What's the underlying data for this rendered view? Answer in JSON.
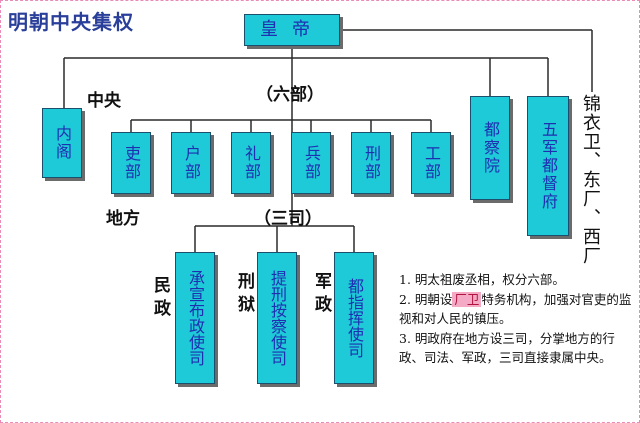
{
  "title": "明朝中央集权",
  "emperor": "皇帝",
  "central_label": "中央",
  "six_ministries_label": "（六部）",
  "local_label": "地方",
  "three_offices_label": "（三司）",
  "boxes": {
    "neige": "内阁",
    "li_bu": "吏部",
    "hu_bu": "户部",
    "li_bu2": "礼部",
    "bing_bu": "兵部",
    "xing_bu": "刑部",
    "gong_bu": "工部",
    "ducha": "都察院",
    "wujun": "五军都督府",
    "chengxuan": "承宣布政使司",
    "tixing": "提刑按察使司",
    "duzhihui": "都指挥使司"
  },
  "side_labels": {
    "minzheng": "民政",
    "xingyu": "刑狱",
    "junzheng": "军政"
  },
  "secret_services": "锦衣卫、东厂、西厂",
  "notes": {
    "n1": "1. 明太祖废丞相，权分六部。",
    "n2_pre": "2. 明朝设",
    "n2_hl": "厂卫",
    "n2_post": "特务机构，加强对官吏的监视和对人民的镇压。",
    "n3": "3. 明政府在地方设三司，分掌地方的行政、司法、军政，三司直接隶属中央。"
  },
  "colors": {
    "box_fill": "#1ec9d8",
    "box_text": "#1f2fb0",
    "title": "#2a3f9a",
    "highlight": "#f4a9c4"
  }
}
